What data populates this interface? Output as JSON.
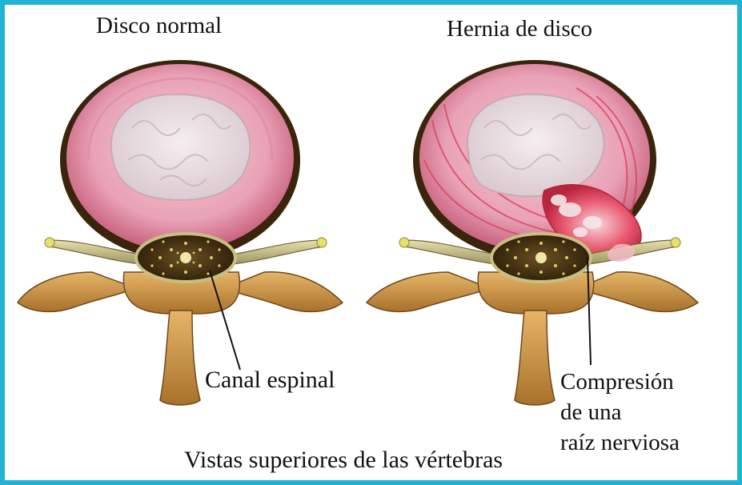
{
  "labels": {
    "normal_disc": "Disco normal",
    "herniated_disc": "Hernia de disco",
    "spinal_canal": "Canal espinal",
    "nerve_compression": [
      "Compresión",
      "de una",
      "raíz nerviosa"
    ],
    "caption": "Vistas superiores de las vértebras"
  },
  "colors": {
    "frame": "#22b3d4",
    "annulus": "#e9a7b8",
    "nucleus": "#e8dfe3",
    "bone": "#c98f3c",
    "nerve": "#c9c08a",
    "canal": "#4a3516",
    "inflamed": "#e0455c"
  }
}
